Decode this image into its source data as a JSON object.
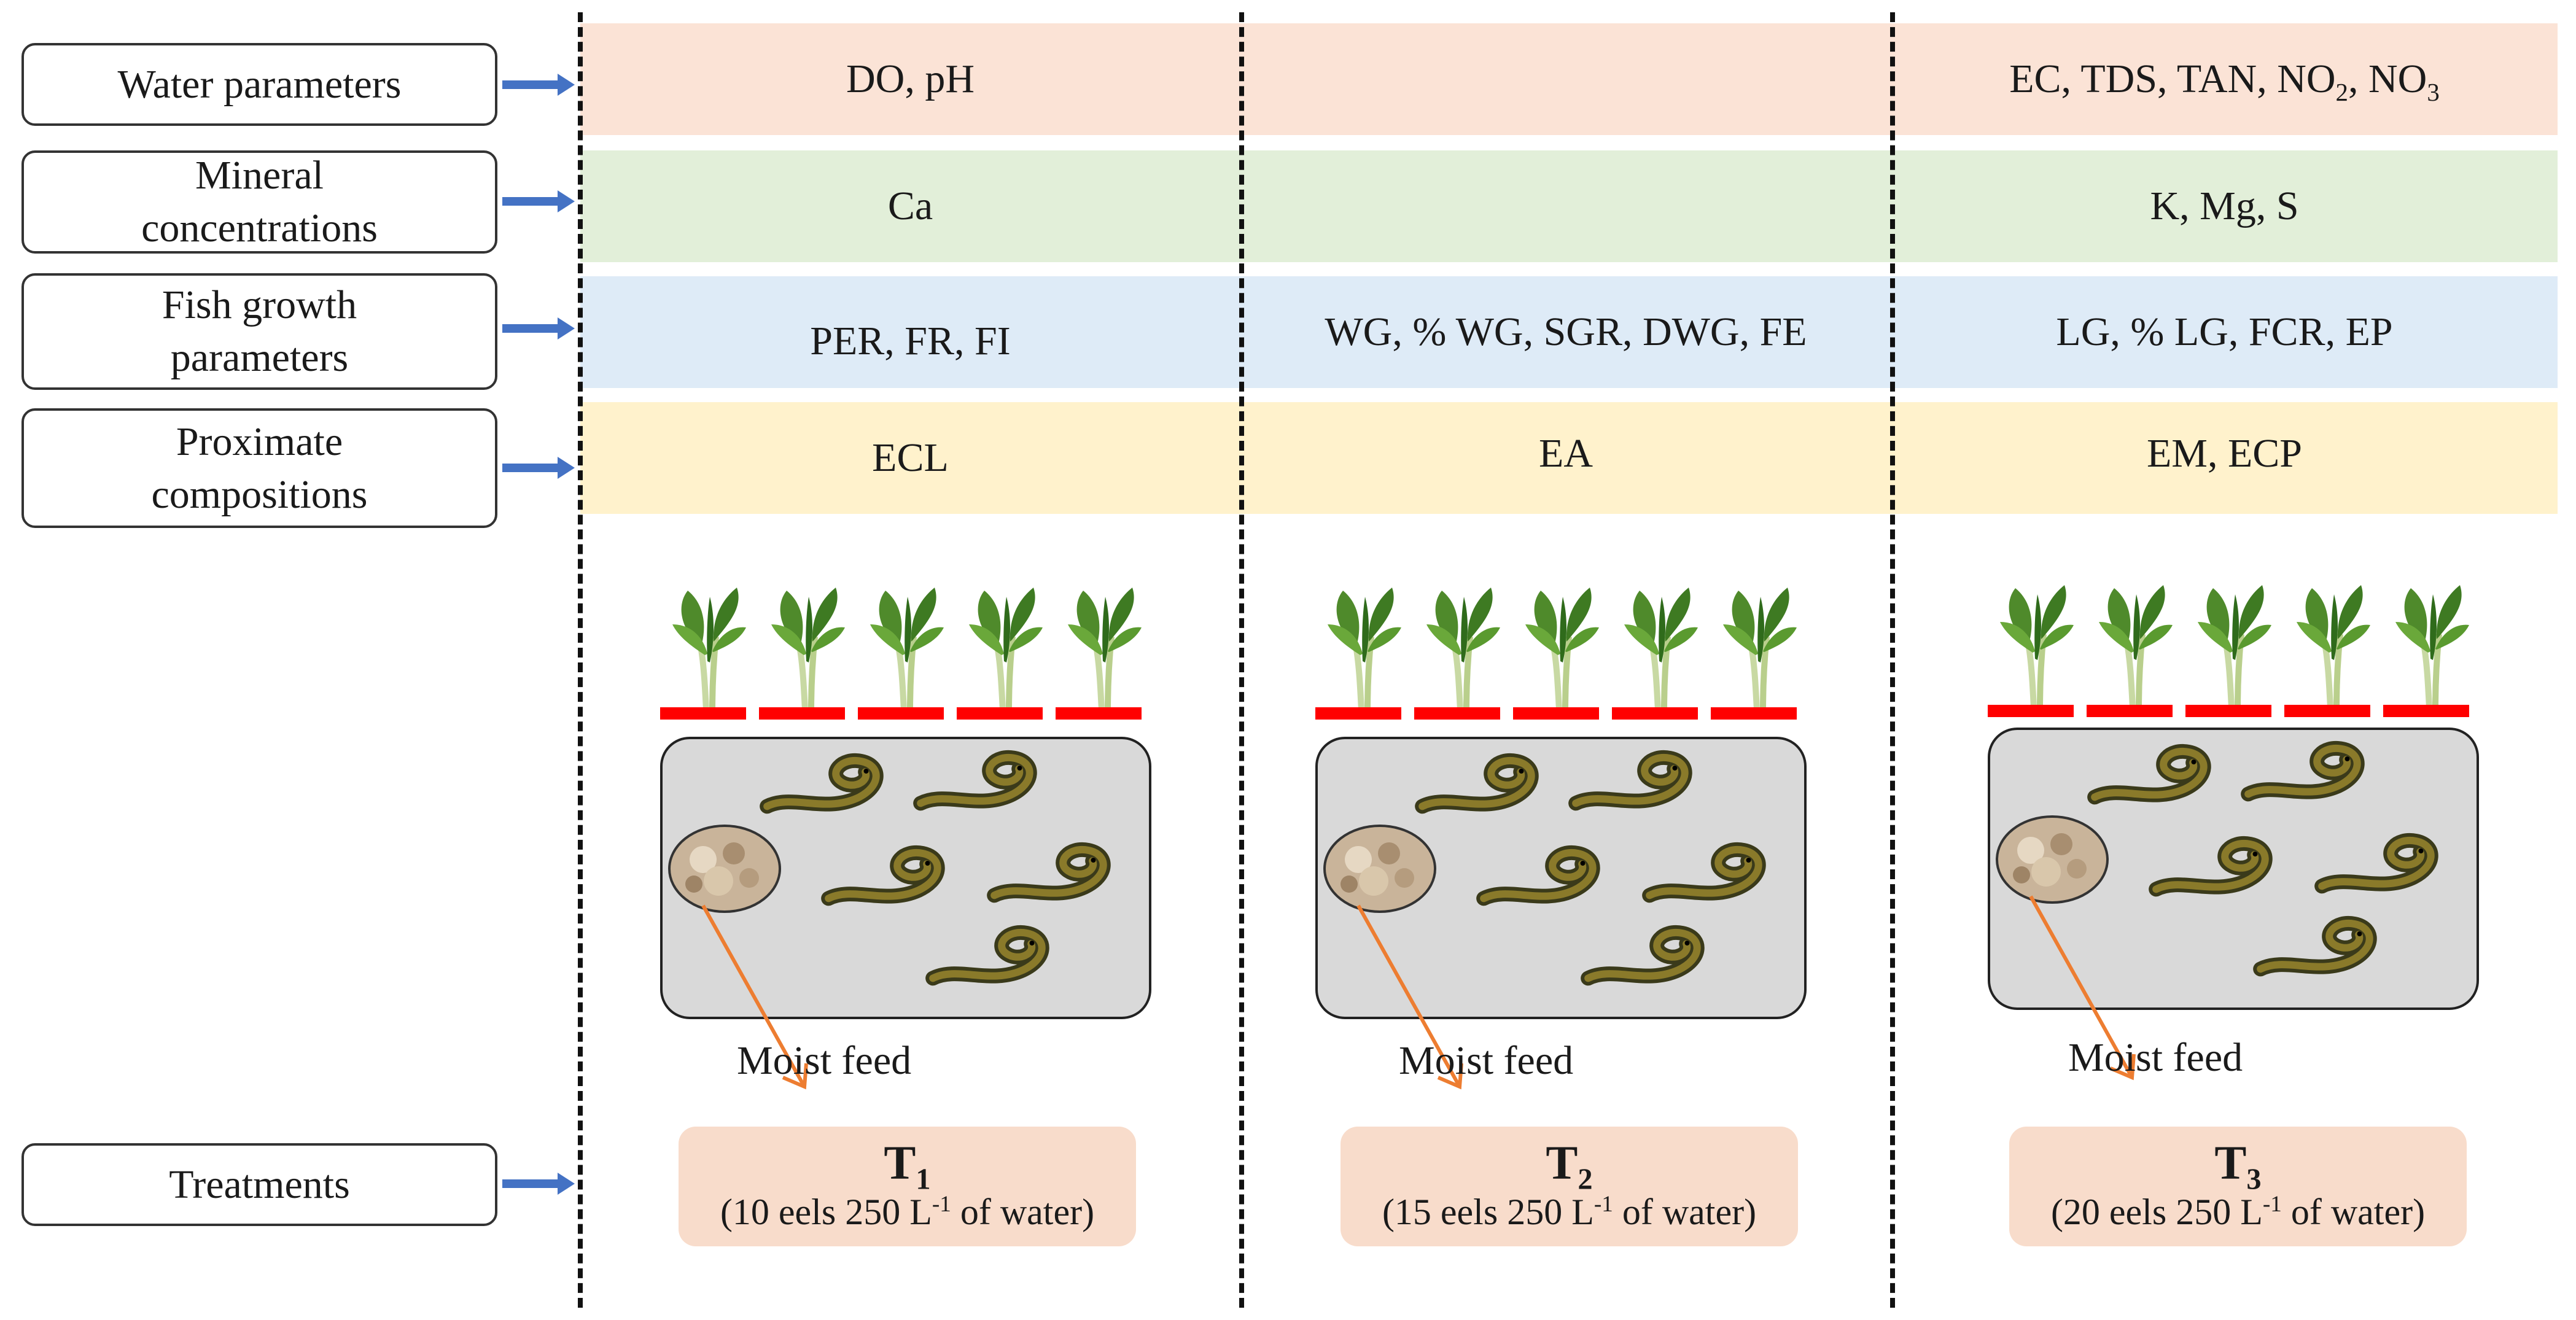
{
  "labels": {
    "water": "Water parameters",
    "mineral_1": "Mineral",
    "mineral_2": "concentrations",
    "growth_1": "Fish growth",
    "growth_2": "parameters",
    "proximate_1": "Proximate",
    "proximate_2": "compositions",
    "treatments": "Treatments"
  },
  "rows": {
    "water": {
      "col1": "DO, pH",
      "col2": "",
      "col3_prefix": "EC, TDS, TAN, NO",
      "col3_sub1": "2",
      "col3_sep": ", NO",
      "col3_sub2": "3"
    },
    "mineral": {
      "col1": "Ca",
      "col2": "",
      "col3": "K, Mg, S"
    },
    "growth": {
      "col1": "PER, FR, FI",
      "col2": "WG, % WG, SGR, DWG, FE",
      "col3": "LG, % LG, FCR, EP"
    },
    "proximate": {
      "col1": "ECL",
      "col2": "EA",
      "col3": "EM, ECP"
    }
  },
  "feed_label": "Moist feed",
  "treatments": [
    {
      "name": "T",
      "sub": "1",
      "desc_pre": "(10 eels 250 L",
      "desc_sup": "-1",
      "desc_post": " of water)"
    },
    {
      "name": "T",
      "sub": "2",
      "desc_pre": "(15 eels 250 L",
      "desc_sup": "-1",
      "desc_post": " of water)"
    },
    {
      "name": "T",
      "sub": "3",
      "desc_pre": "(20 eels 250 L",
      "desc_sup": "-1",
      "desc_post": " of water)"
    }
  ],
  "colors": {
    "water_band": "#fbe3d6",
    "mineral_band": "#e2efd9",
    "growth_band": "#deebf7",
    "proximate_band": "#fff2cc",
    "raft": "#ff0000",
    "arrow": "#4472c4",
    "feed_line": "#ed7d31",
    "treatment_box": "#f8dccb"
  },
  "icons": [
    "plant-icon",
    "eel-icon",
    "feed-pellet-icon",
    "right-arrow-icon"
  ]
}
